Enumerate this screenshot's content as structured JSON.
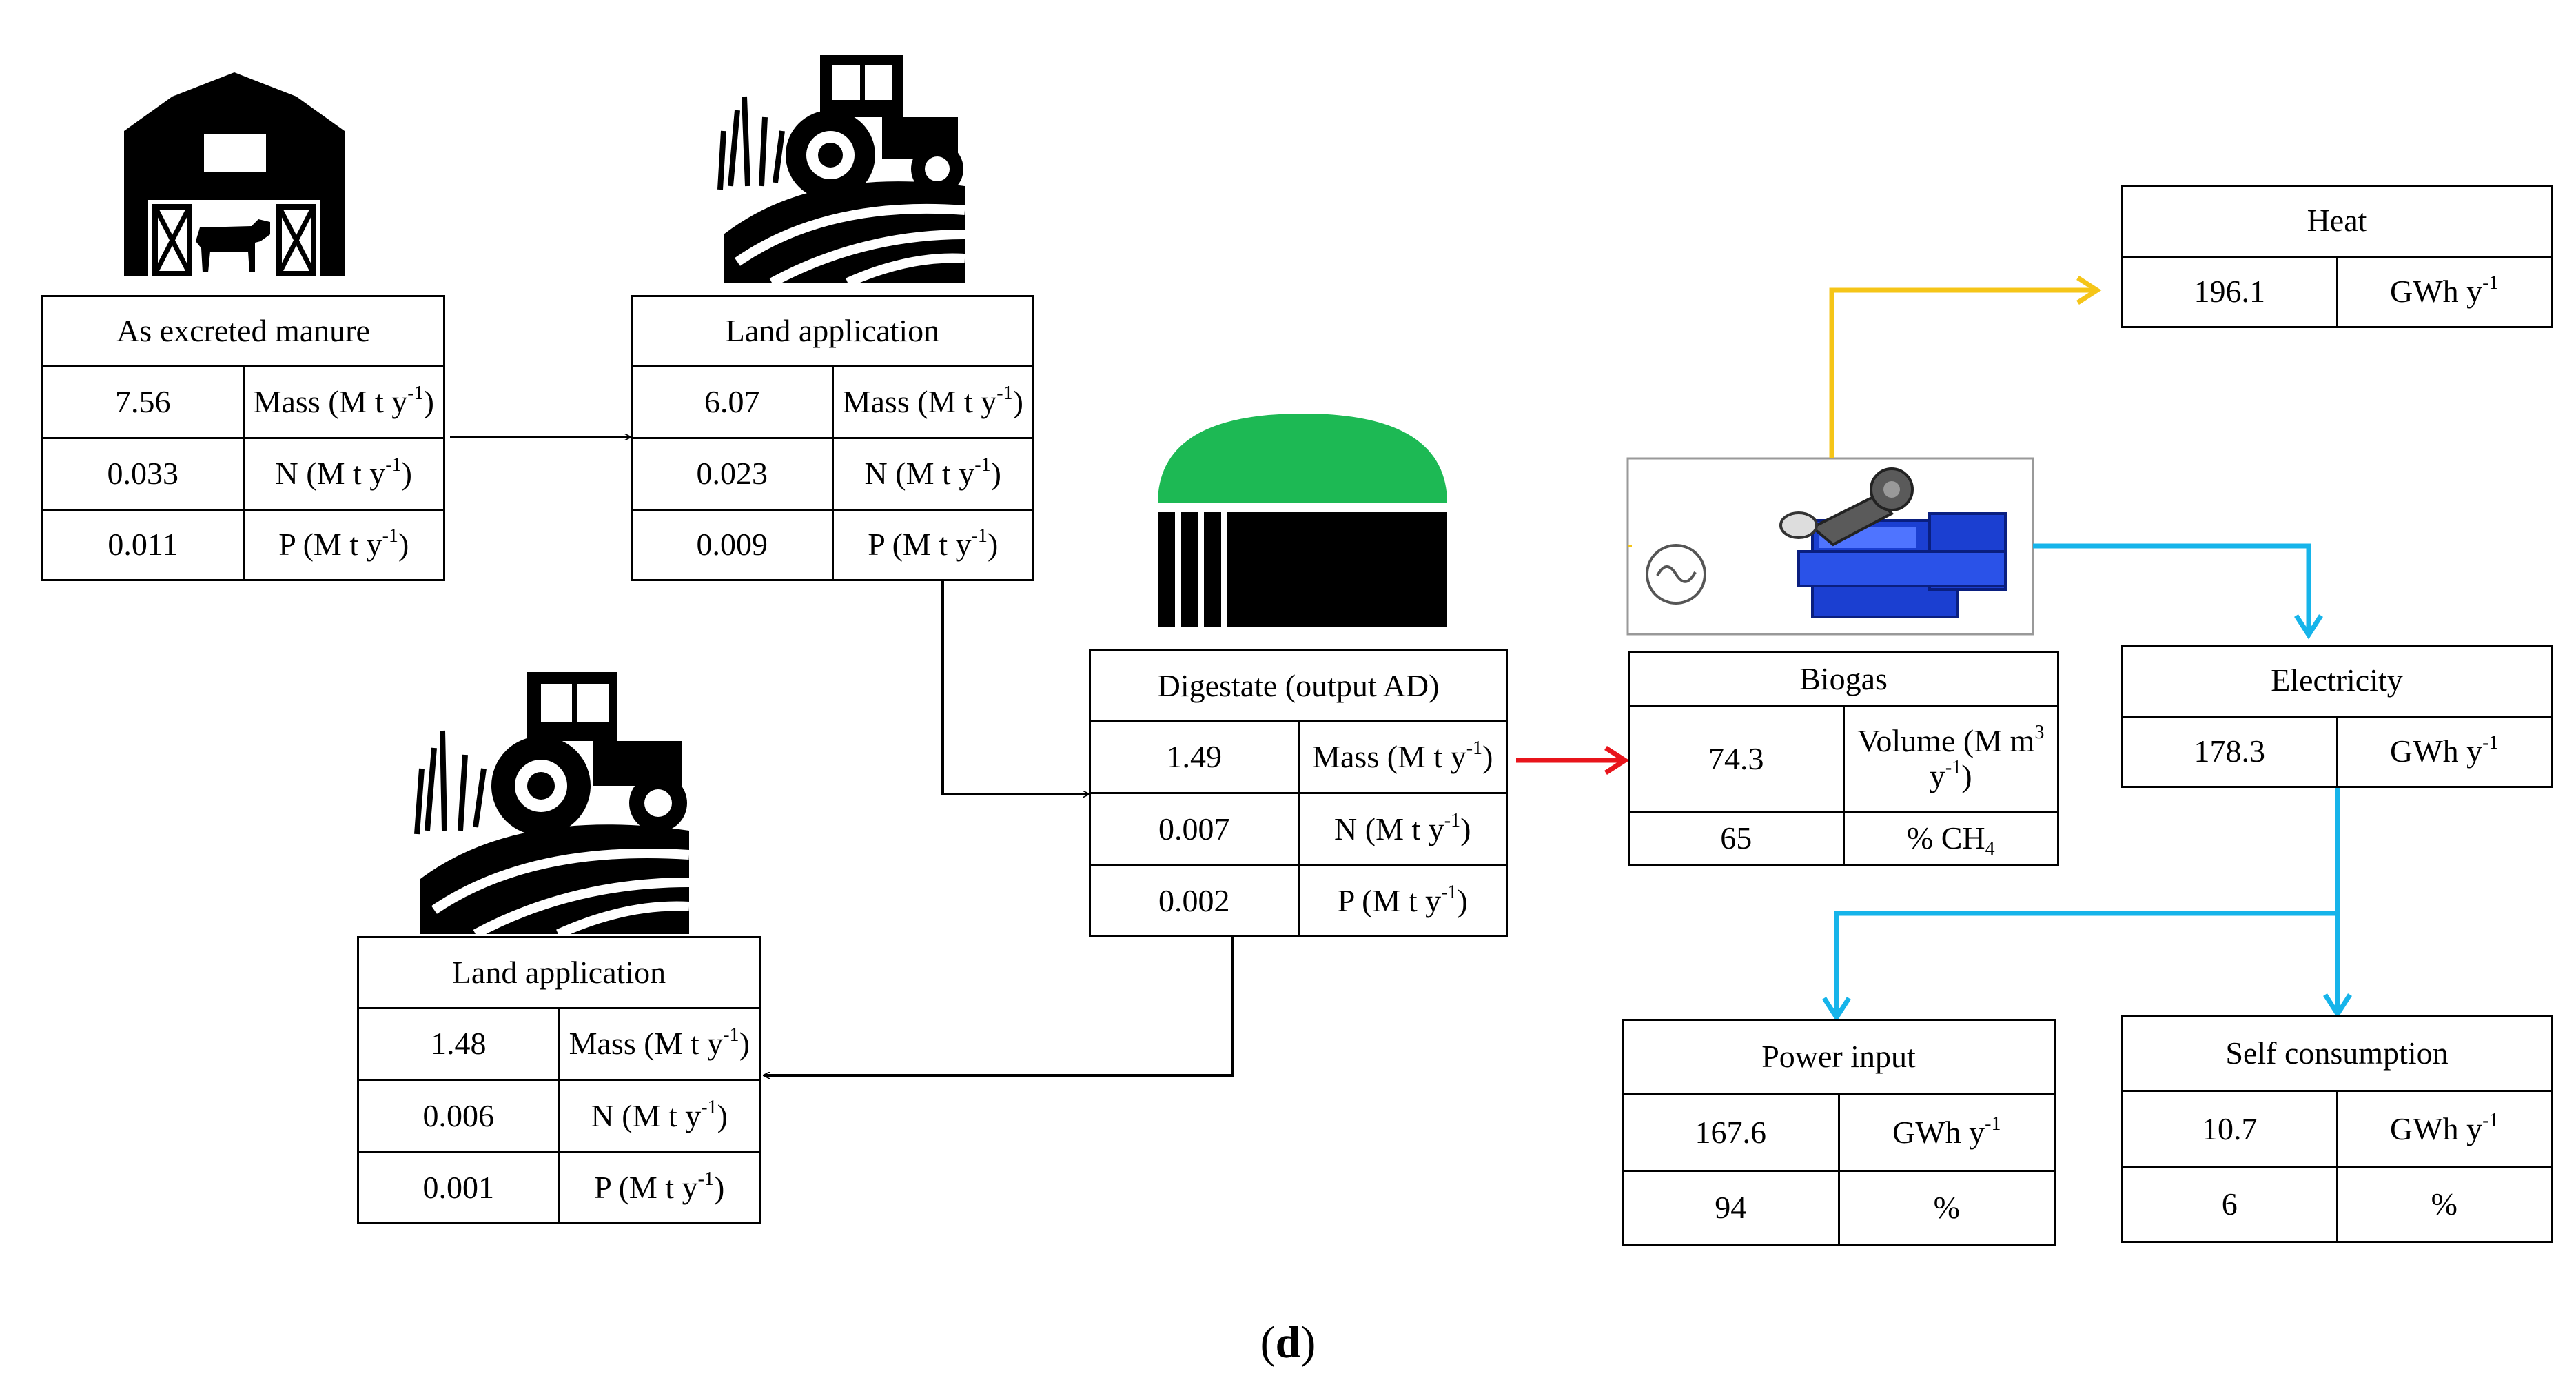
{
  "boxes": {
    "manure": {
      "title": "As excreted manure",
      "rows": [
        {
          "value": "7.56",
          "label": "Mass (M t y",
          "sup": "-1",
          "tail": ")"
        },
        {
          "value": "0.033",
          "label": "N (M t y",
          "sup": "-1",
          "tail": ")"
        },
        {
          "value": "0.011",
          "label": "P (M t y",
          "sup": "-1",
          "tail": ")"
        }
      ]
    },
    "land1": {
      "title": "Land application",
      "rows": [
        {
          "value": "6.07",
          "label": "Mass (M t y",
          "sup": "-1",
          "tail": ")"
        },
        {
          "value": "0.023",
          "label": "N (M t y",
          "sup": "-1",
          "tail": ")"
        },
        {
          "value": "0.009",
          "label": "P (M t y",
          "sup": "-1",
          "tail": ")"
        }
      ]
    },
    "digestate": {
      "title": "Digestate  (output AD)",
      "rows": [
        {
          "value": "1.49",
          "label": "Mass (M t y",
          "sup": "-1",
          "tail": ")"
        },
        {
          "value": "0.007",
          "label": "N (M t y",
          "sup": "-1",
          "tail": ")"
        },
        {
          "value": "0.002",
          "label": "P (M t y",
          "sup": "-1",
          "tail": ")"
        }
      ]
    },
    "land2": {
      "title": "Land application",
      "rows": [
        {
          "value": "1.48",
          "label": "Mass (M t y",
          "sup": "-1",
          "tail": ")"
        },
        {
          "value": "0.006",
          "label": "N (M t y",
          "sup": "-1",
          "tail": ")"
        },
        {
          "value": "0.001",
          "label": "P (M t y",
          "sup": "-1",
          "tail": ")"
        }
      ]
    },
    "biogas": {
      "title": "Biogas",
      "rows": [
        {
          "value": "74.3",
          "label": "Volume (M m",
          "sup": "3",
          "mid": " y",
          "sup2": "-1",
          "tail": ")"
        },
        {
          "value": "65",
          "label": "% CH",
          "sub": "4"
        }
      ]
    },
    "heat": {
      "title": "Heat",
      "rows": [
        {
          "value": "196.1",
          "label": "GWh y",
          "sup": "-1"
        }
      ]
    },
    "electricity": {
      "title": "Electricity",
      "rows": [
        {
          "value": "178.3",
          "label": "GWh y",
          "sup": "-1"
        }
      ]
    },
    "power": {
      "title": "Power input",
      "rows": [
        {
          "value": "167.6",
          "label": "GWh y",
          "sup": "-1"
        },
        {
          "value": "94",
          "label": "%"
        }
      ]
    },
    "self": {
      "title": "Self consumption",
      "rows": [
        {
          "value": "10.7",
          "label": "GWh y",
          "sup": "-1"
        },
        {
          "value": "6",
          "label": "%"
        }
      ]
    }
  },
  "caption": {
    "open": "(",
    "letter": "d",
    "close": ")"
  },
  "colors": {
    "arrow_black": "#000000",
    "arrow_red": "#e8141b",
    "arrow_yellow": "#f5c518",
    "arrow_blue": "#16b4ea",
    "dome_green": "#1db954",
    "engine_blue": "#1b3fd1"
  },
  "icons": [
    "barn-with-cow-icon",
    "tractor-field-icon",
    "biodigester-icon",
    "chp-engine-generator-icon",
    "tractor-field-icon"
  ]
}
